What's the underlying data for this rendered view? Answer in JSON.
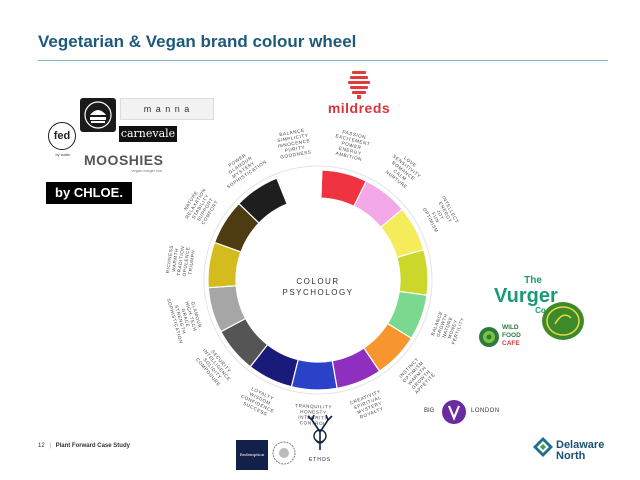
{
  "title": "Vegetarian & Vegan brand colour wheel",
  "center_text": [
    "COLOUR",
    "PSYCHOLOGY"
  ],
  "segments": [
    {
      "color": "#ef3340",
      "label": "PASSION\nEXCITEMENT\nPOWER\nENERGY\nAMBITION"
    },
    {
      "color": "#f3a8e8",
      "label": "LOVE\nSENSITIVITY\nROMANCE\nCALM\nNURTURE"
    },
    {
      "color": "#f4ec5a",
      "label": "INTELLECT\nENERGY\nJOY\nFUN\nOPTIMISM"
    },
    {
      "color": "#ccd72b",
      "label": ""
    },
    {
      "color": "#7bd98f",
      "label": "BALANCE\nGROWTH\nNATURE\nMONEY\nFERTILITY"
    },
    {
      "color": "#f7962e",
      "label": "INSTINCT\nOPTIMISM\nWARMTH\nGROWTH\nAPPETITE"
    },
    {
      "color": "#8e2fc0",
      "label": "CREATIVITY\nSPIRITUAL\nMYSTERY\nROYALTY"
    },
    {
      "color": "#2a42c8",
      "label": "TRANQUILITY\nHONESTY\nINTEGRITY\nCONTROL"
    },
    {
      "color": "#1a1a7a",
      "label": "LOYALTY\nWISDOM\nCONFIDENCE\nSUCCESS"
    },
    {
      "color": "#555555",
      "label": "SECURITY\nINTELLIGENCE\nSOLIDITY\nCOMPOSURE"
    },
    {
      "color": "#a6a6a6",
      "label": "GLAMOUR\nHIGH-TECH\nGRACE\nSTRENGTH\nSOPHISTICATION"
    },
    {
      "color": "#d4bc1f",
      "label": "RICHNESS\nWARMTH\nTRADITION\nOPULENCE\nTRIUMPH"
    },
    {
      "color": "#4d3b12",
      "label": "NATURE\nRELAXATION\nSTABILITY\nSUPPORT\nCOMFORT"
    },
    {
      "color": "#1e1e1e",
      "label": "POWER\nGLAMOUR\nMYSTERY\nSOPHISTICATION"
    },
    {
      "color": "#ffffff",
      "label": "BALANCE\nSIMPLICITY\nINNOCENCE\nPURITY\nGOODNESS"
    }
  ],
  "brands": {
    "mildreds": "mildreds",
    "fed": "fed",
    "fed_sub": "by water",
    "carnevale": "carnevale",
    "mooshies": "MOOSHIES",
    "mooshies_sub": "vegan burger bar",
    "by_chloe": "by CHLOE.",
    "manna": "m a n n a",
    "vurger_the": "The",
    "vurger_name": "Vurger",
    "vurger_co": "Co.",
    "wild_food_1": "WILD",
    "wild_food_2": "FOOD",
    "wild_food_3": "CAFE",
    "big_v_left": "BIG",
    "big_v_right": "LONDON",
    "ethos": "ETHOS",
    "redemption": "Redemption"
  },
  "footer": {
    "page": "12",
    "separator": "|",
    "text": "Plant Forward Case Study"
  },
  "delaware": {
    "line1": "Delaware",
    "line2": "North"
  }
}
